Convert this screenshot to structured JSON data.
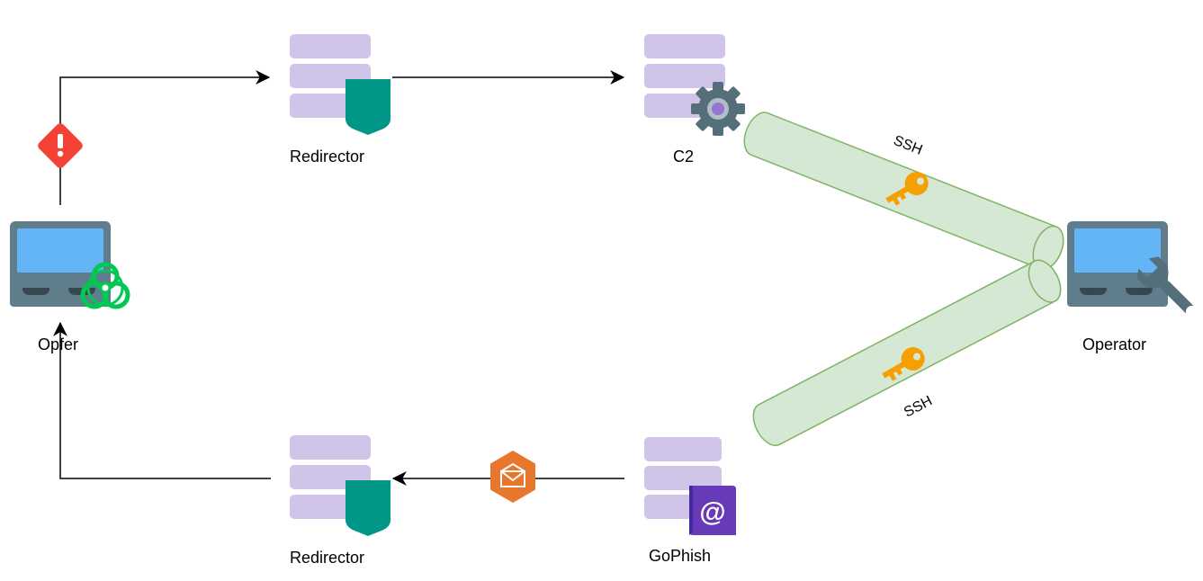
{
  "nodes": {
    "victim": {
      "label": "Opfer",
      "icon": "laptop-icon",
      "badge": "biohazard-icon"
    },
    "redirector_top": {
      "label": "Redirector",
      "icon": "server-icon",
      "badge": "shield-icon"
    },
    "c2": {
      "label": "C2",
      "icon": "server-icon",
      "badge": "gear-icon"
    },
    "operator": {
      "label": "Operator",
      "icon": "laptop-icon",
      "badge": "wrench-icon"
    },
    "redirector_bottom": {
      "label": "Redirector",
      "icon": "server-icon",
      "badge": "shield-icon"
    },
    "gophish": {
      "label": "GoPhish",
      "icon": "server-icon",
      "badge": "email-at-icon"
    }
  },
  "tunnels": [
    {
      "label": "SSH",
      "from": "c2",
      "to": "operator",
      "icon": "key-icon"
    },
    {
      "label": "SSH",
      "from": "gophish",
      "to": "operator",
      "icon": "key-icon"
    }
  ],
  "edge_badges": {
    "alert": "alert-icon",
    "mail": "mail-icon"
  },
  "colors": {
    "server": "#d1c4e9",
    "shield": "#009688",
    "laptop_body": "#607d8b",
    "laptop_screen": "#64b5f6",
    "biohazard": "#00c853",
    "tunnel_fill": "#d5e8d4",
    "tunnel_stroke": "#82b366",
    "key": "#f5a000",
    "alert": "#f44336",
    "mail": "#e8772e",
    "email_badge": "#673ab7"
  }
}
